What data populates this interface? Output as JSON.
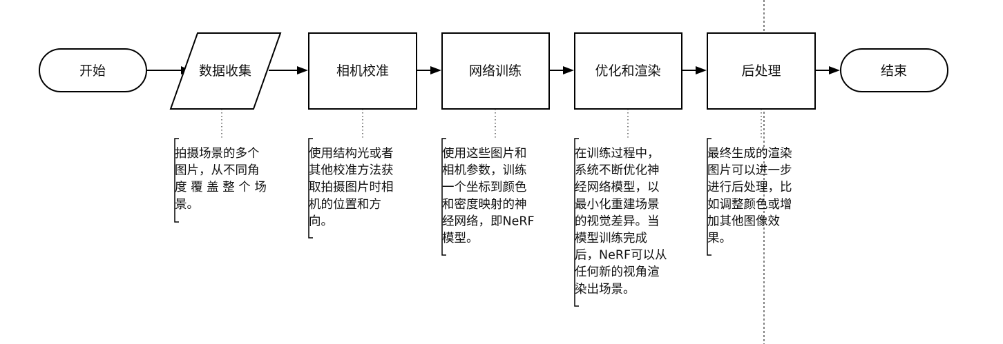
{
  "flow": {
    "start": "开始",
    "collect": "数据收集",
    "calibrate": "相机校准",
    "train": "网络训练",
    "optimize": "优化和渲染",
    "post": "后处理",
    "end": "结束"
  },
  "notes": {
    "collect": [
      "拍摄场景的多个",
      "图片，从不同角",
      "度 覆 盖 整 个 场",
      "景。"
    ],
    "calibrate": [
      "使用结构光或者",
      "其他校准方法获",
      "取拍摄图片时相",
      "机的位置和方",
      "向。"
    ],
    "train": [
      "使用这些图片和",
      "相机参数，训练",
      "一个坐标到颜色",
      "和密度映射的神",
      "经网络，即NeRF",
      "模型。"
    ],
    "optimize": [
      "在训练过程中，",
      "系统不断优化神",
      "经网络模型，以",
      "最小化重建场景",
      "的视觉差异。当",
      "模型训练完成",
      "后，NeRF可以从",
      "任何新的视角渲",
      "染出场景。"
    ],
    "post": [
      "最终生成的渲染",
      "图片可以进一步",
      "进行后处理，比",
      "如调整颜色或增",
      "加其他图像效",
      "果。"
    ]
  }
}
